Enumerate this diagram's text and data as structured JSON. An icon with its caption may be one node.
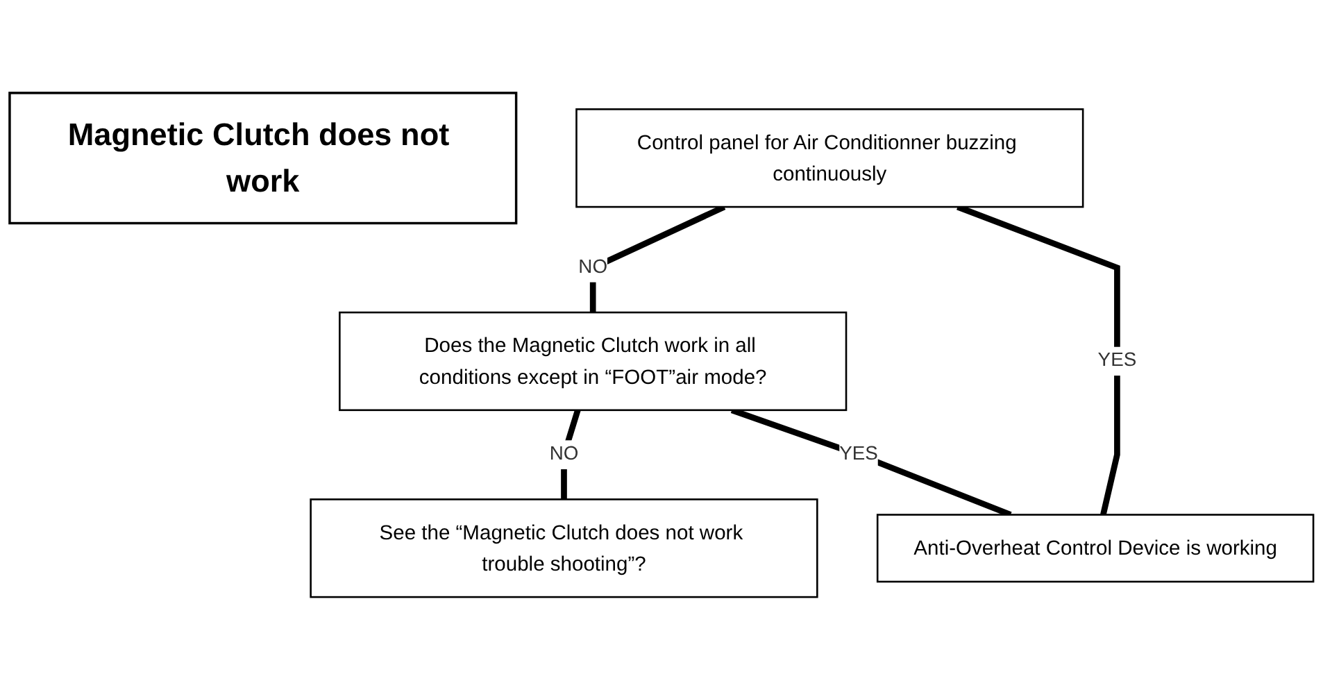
{
  "diagram": {
    "nodes": [
      {
        "text": [
          "Magnetic Clutch does not work"
        ]
      },
      {
        "text": [
          "Control panel for Air Conditionner buzzing continuously"
        ]
      },
      {
        "text": [
          "Does the Magnetic Clutch work in all conditions except in “FOOT”air mode?"
        ]
      },
      {
        "text": [
          "See the “Magnetic Clutch does not work trouble shooting”?"
        ]
      },
      {
        "text": [
          "Anti-Overheat Control Device is working"
        ]
      }
    ],
    "edges": [
      {
        "from": 1,
        "to": 2,
        "arrow": "none",
        "label": "NO"
      },
      {
        "from": 1,
        "to": 4,
        "arrow": "none",
        "label": "YES"
      },
      {
        "from": 2,
        "to": 3,
        "arrow": "none",
        "label": "NO"
      },
      {
        "from": 2,
        "to": 4,
        "arrow": "none",
        "label": "YES"
      }
    ]
  }
}
